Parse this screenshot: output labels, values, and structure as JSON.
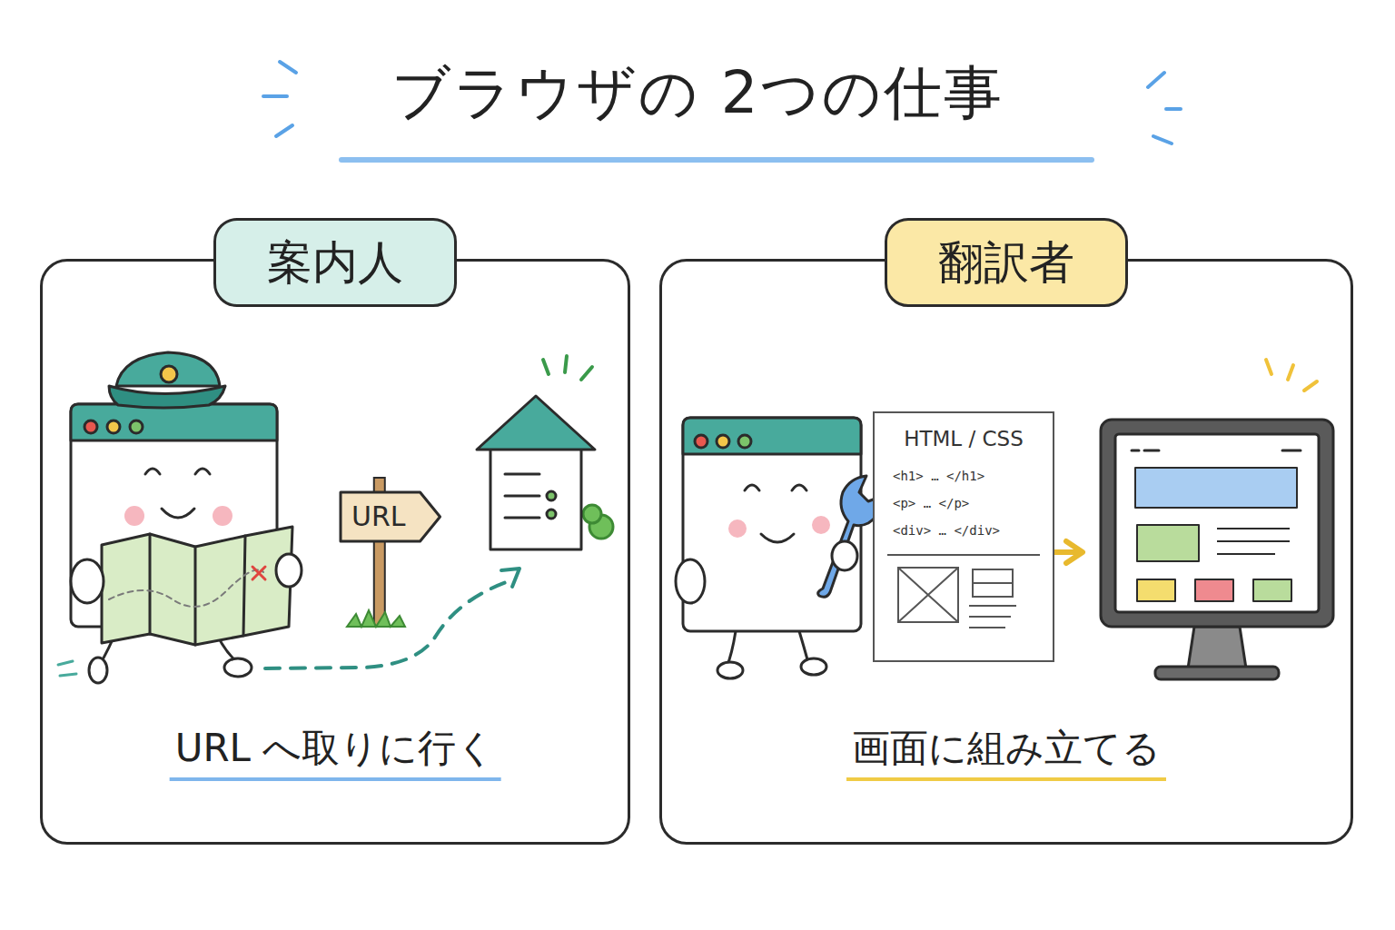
{
  "diagram": {
    "title": "ブラウザの 2つの仕事",
    "nodes": [
      {
        "text": [
          "案内人",
          "URL へ取りに行く"
        ]
      },
      {
        "text": [
          "URL"
        ],
        "in": 0
      },
      {
        "text": [
          "翻訳者",
          "画面に組み立てる"
        ]
      },
      {
        "text": [
          "HTML / CSS",
          "<h1> … </h1>",
          "<p> … </p>",
          "<div> … </div>"
        ],
        "in": 2
      }
    ]
  }
}
